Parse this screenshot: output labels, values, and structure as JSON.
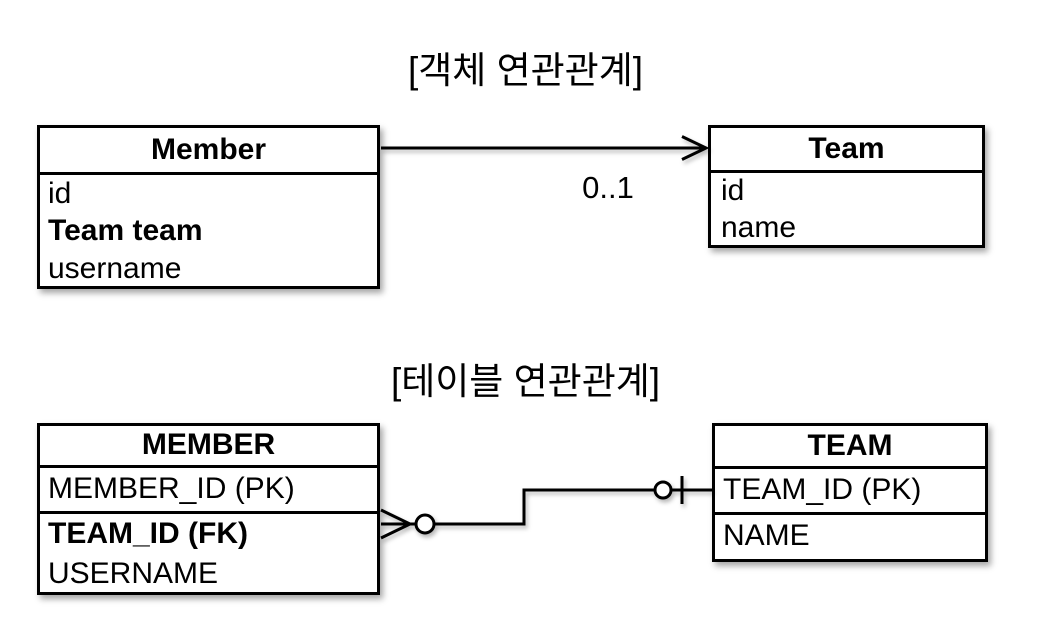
{
  "colors": {
    "background": "#ffffff",
    "line": "#000000",
    "text": "#000000"
  },
  "object_diagram": {
    "title": "[객체 연관관계]",
    "member_entity": {
      "name": "Member",
      "fields": [
        "id",
        "Team team",
        "username"
      ]
    },
    "team_entity": {
      "name": "Team",
      "fields": [
        "id",
        "name"
      ]
    },
    "association": {
      "multiplicity": "0..1",
      "direction": "Member to Team"
    }
  },
  "table_diagram": {
    "title": "[테이블 연관관계]",
    "member_table": {
      "name": "MEMBER",
      "pk_row": "MEMBER_ID (PK)",
      "rows": [
        "TEAM_ID (FK)",
        "USERNAME"
      ]
    },
    "team_table": {
      "name": "TEAM",
      "pk_row": "TEAM_ID (PK)",
      "rows": [
        "NAME"
      ]
    }
  }
}
